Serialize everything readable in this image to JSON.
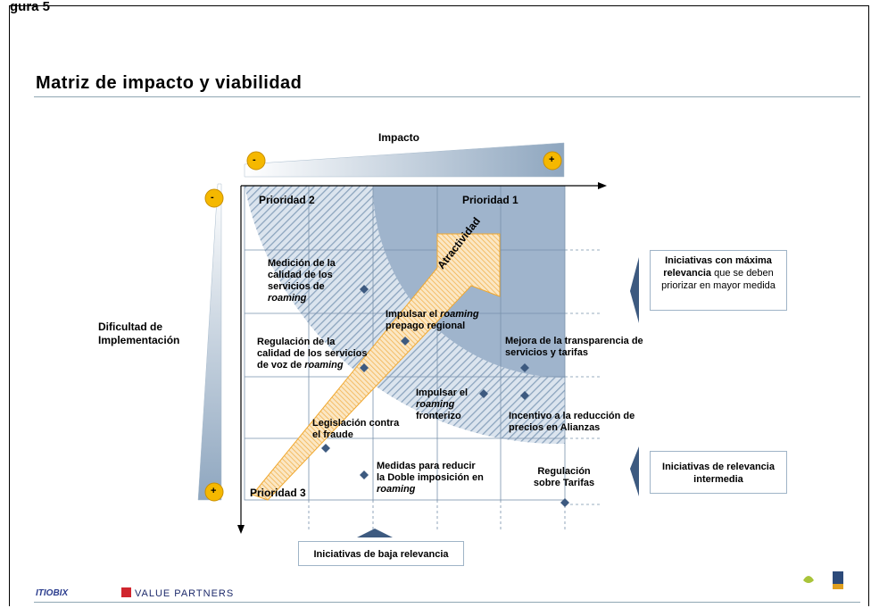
{
  "figure_label": "gura 5",
  "title": "Matriz de impacto y viabilidad",
  "axes": {
    "impact_label": "Impacto",
    "difficulty_label": "Dificultad de Implementación",
    "minus": "-",
    "plus": "+"
  },
  "priorities": {
    "p1": "Prioridad 1",
    "p2": "Prioridad 2",
    "p3": "Prioridad 3"
  },
  "arrow_label": "Atractividad",
  "initiatives": {
    "medicion": "Medición de la calidad de los servicios de",
    "medicion_em": "roaming",
    "regulacion_calidad": "Regulación de la calidad de los servicios de voz de",
    "regulacion_calidad_em": "roaming",
    "impulsar_prepago_1": "Impulsar el",
    "impulsar_prepago_em": "roaming",
    "impulsar_prepago_2": "prepago regional",
    "mejora_transparencia": "Mejora de la transparencia de servicios y tarifas",
    "impulsar_fronterizo_1": "Impulsar el",
    "impulsar_fronterizo_em": "roaming",
    "impulsar_fronterizo_2": "fronterizo",
    "incentivo": "Incentivo a la reducción de precios en Alianzas",
    "legislacion": "Legislación contra el fraude",
    "medidas": "Medidas para reducir la Doble imposición en",
    "medidas_em": "roaming",
    "regulacion_tarifas": "Regulación sobre Tarifas"
  },
  "callouts": {
    "max_bold": "Iniciativas con máxima relevancia",
    "max_rest": "que se deben priorizar en mayor medida",
    "intermedia": "Iniciativas de relevancia intermedia",
    "baja": "Iniciativas de baja relevancia"
  },
  "footer": {
    "logo_left": "ITIOBIX",
    "logo_vp": "VALUE PARTNERS"
  },
  "colors": {
    "quadrant_fill": "#9fb4cc",
    "hatch": "#8aa3bd",
    "grid": "#7891ab",
    "diamond": "#3d5a80",
    "arrow": "#f0a830",
    "badge": "#f5b800"
  }
}
